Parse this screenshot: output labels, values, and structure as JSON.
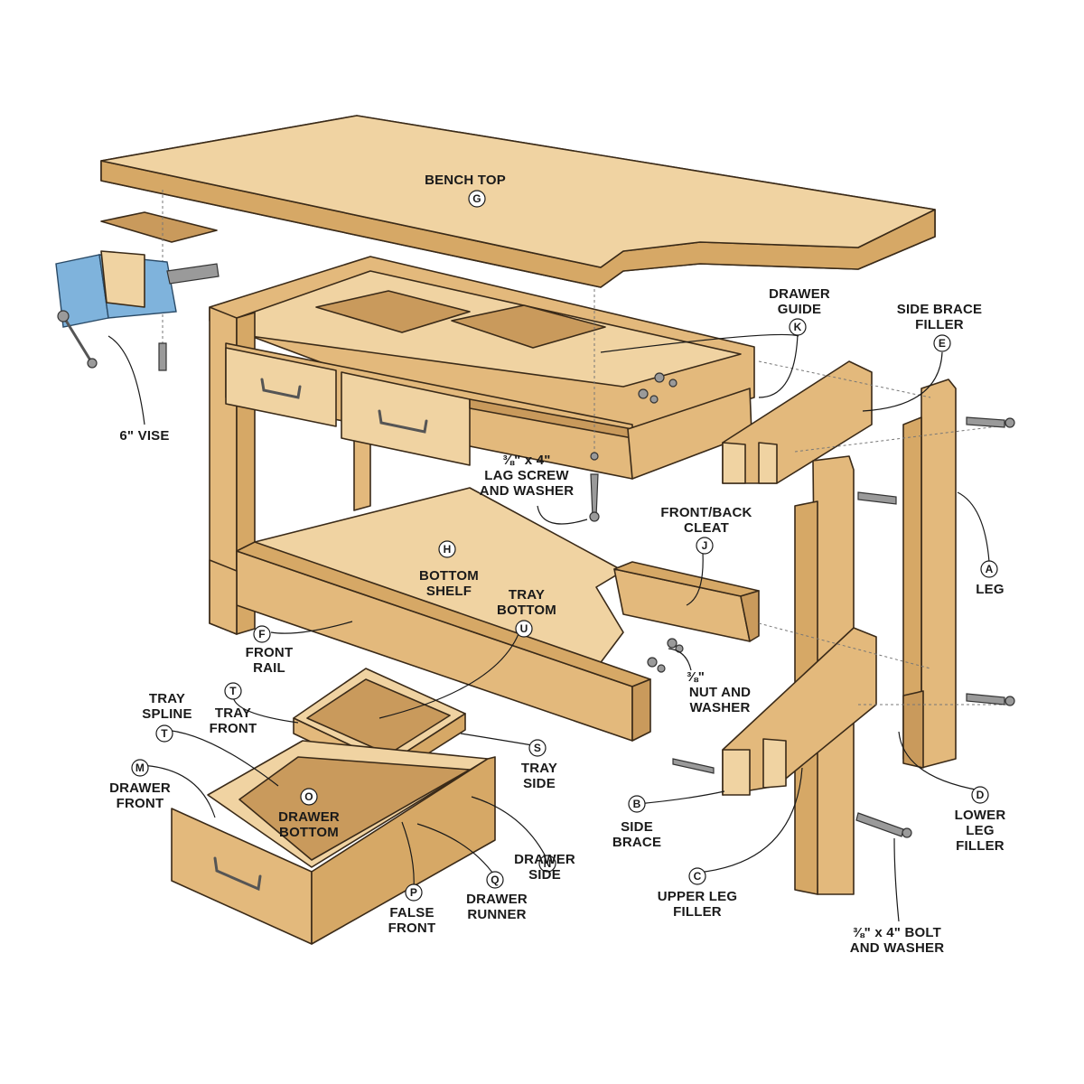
{
  "labels": {
    "bench_top": {
      "name": "BENCH TOP",
      "letter": "G"
    },
    "vise": {
      "name": "6\" VISE"
    },
    "drawer_guide": {
      "line1": "DRAWER",
      "line2": "GUIDE",
      "letter": "K"
    },
    "side_brace_filler": {
      "line1": "SIDE BRACE",
      "line2": "FILLER",
      "letter": "E"
    },
    "lag_screw": {
      "line1": "⅜\" x 4\"",
      "line2": "LAG SCREW",
      "line3": "AND WASHER"
    },
    "front_back_cleat": {
      "line1": "FRONT/BACK",
      "line2": "CLEAT",
      "letter": "J"
    },
    "leg": {
      "name": "LEG",
      "letter": "A"
    },
    "bottom_shelf": {
      "line1": "BOTTOM",
      "line2": "SHELF",
      "letter": "H"
    },
    "tray_bottom": {
      "line1": "TRAY",
      "line2": "BOTTOM",
      "letter": "U"
    },
    "front_rail": {
      "line1": "FRONT",
      "line2": "RAIL",
      "letter": "F"
    },
    "nut_washer": {
      "line1": "⅜\"",
      "line2": "NUT AND",
      "line3": "WASHER"
    },
    "tray_spline": {
      "line1": "TRAY",
      "line2": "SPLINE",
      "letter": "T"
    },
    "tray_front": {
      "line1": "TRAY",
      "line2": "FRONT",
      "letter": "T"
    },
    "tray_side": {
      "line1": "TRAY",
      "line2": "SIDE",
      "letter": "S"
    },
    "lower_leg_filler": {
      "line1": "LOWER",
      "line2": "LEG",
      "line3": "FILLER",
      "letter": "D"
    },
    "drawer_front": {
      "line1": "DRAWER",
      "line2": "FRONT",
      "letter": "M"
    },
    "drawer_bottom": {
      "line1": "DRAWER",
      "line2": "BOTTOM",
      "letter": "O"
    },
    "side_brace": {
      "line1": "SIDE",
      "line2": "BRACE",
      "letter": "B"
    },
    "drawer_side": {
      "line1": "DRAWER",
      "line2": "SIDE",
      "letter": "N"
    },
    "upper_leg_filler": {
      "line1": "UPPER LEG",
      "line2": "FILLER",
      "letter": "C"
    },
    "false_front": {
      "line1": "FALSE",
      "line2": "FRONT",
      "letter": "P"
    },
    "drawer_runner": {
      "line1": "DRAWER",
      "line2": "RUNNER",
      "letter": "Q"
    },
    "bolt_washer": {
      "line1": "⅜\" x 4\" BOLT",
      "line2": "AND WASHER"
    }
  },
  "colors": {
    "wood": "#e3b97c",
    "wood_light": "#f0d3a2",
    "wood_dark": "#c99a5c",
    "vise": "#7fb3dc",
    "ink": "#1a1a1a"
  }
}
